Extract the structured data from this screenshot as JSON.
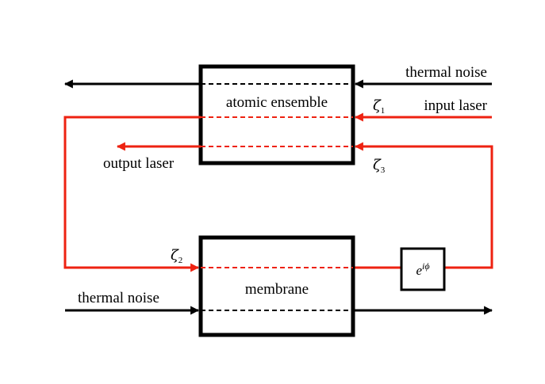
{
  "blocks": {
    "atomic": "atomic ensemble",
    "membrane": "membrane",
    "phase_base": "e",
    "phase_exp": "iϕ"
  },
  "labels": {
    "thermal_noise_top": "thermal noise",
    "input_laser": "input laser",
    "output_laser": "output laser",
    "thermal_noise_bottom": "thermal noise"
  },
  "zeta": {
    "base": "ζ",
    "z1": "1",
    "z2": "2",
    "z3": "3"
  },
  "colors": {
    "laser": "#ee2211",
    "noise": "#000000",
    "box": "#000000"
  }
}
